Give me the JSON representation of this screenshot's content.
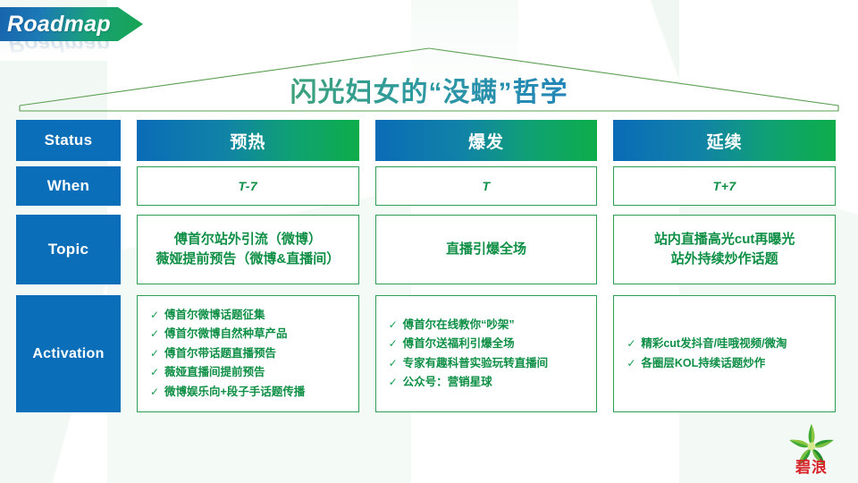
{
  "banner": {
    "label": "Roadmap"
  },
  "title": {
    "text": "闪光妇女的“没螨”哲学"
  },
  "colors": {
    "brand_blue": "#0a6fb8",
    "brand_green": "#0ead4a",
    "text_green": "#0e8f45",
    "logo_red": "#d8232a",
    "cell_border_green": "#2e9e57"
  },
  "table": {
    "row_labels": {
      "status": "Status",
      "when": "When",
      "topic": "Topic",
      "activation": "Activation"
    },
    "columns": [
      {
        "header": "预热",
        "when": "T-7",
        "topic": "傅首尔站外引流（微博）\n薇娅提前预告（微博&直播间）",
        "topic_lines": [
          "傅首尔站外引流（微博）",
          "薇娅提前预告（微博&直播间）"
        ],
        "activation": [
          "傅首尔微博话题征集",
          "傅首尔微博自然种草产品",
          "傅首尔带话题直播预告",
          "薇娅直播间提前预告",
          "微博娱乐向+段子手话题传播"
        ]
      },
      {
        "header": "爆发",
        "when": "T",
        "topic": "直播引爆全场",
        "topic_lines": [
          "直播引爆全场"
        ],
        "activation": [
          "傅首尔在线教你“吵架”",
          "傅首尔送福利引爆全场",
          "专家有趣科普实验玩转直播间",
          "公众号：营销星球"
        ]
      },
      {
        "header": "延续",
        "when": "T+7",
        "topic": "站内直播高光cut再曝光\n站外持续炒作话题",
        "topic_lines": [
          "站内直播高光cut再曝光",
          "站外持续炒作话题"
        ],
        "activation": [
          "精彩cut发抖音/哇哦视频/微淘",
          "各圈层KOL持续话题炒作"
        ]
      }
    ]
  },
  "logo": {
    "name": "碧浪",
    "icon": "star-flower-icon"
  },
  "icons": {
    "check": "✓"
  }
}
